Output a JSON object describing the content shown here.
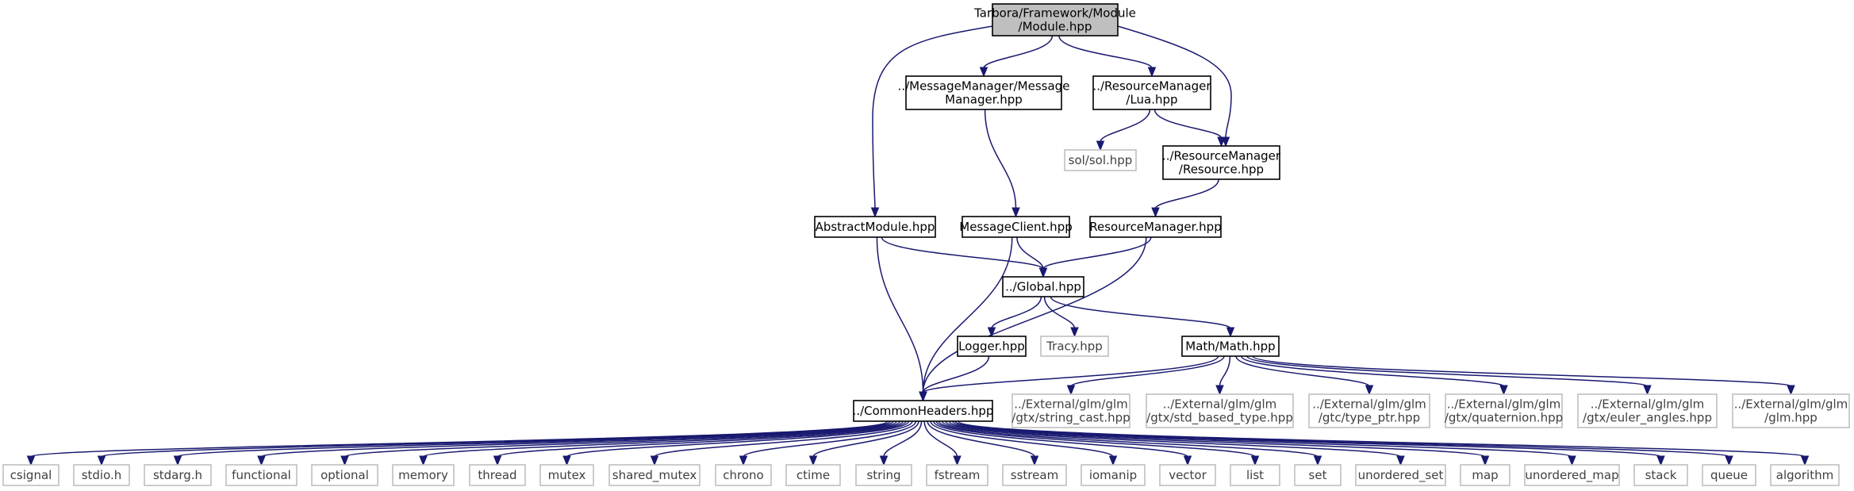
{
  "diagram": {
    "nodes": {
      "module": {
        "lines": [
          "Tarbora/Framework/Module",
          "/Module.hpp"
        ],
        "kind": "root"
      },
      "msgmgr": {
        "lines": [
          "../MessageManager/Message",
          "Manager.hpp"
        ],
        "kind": "doc"
      },
      "lua": {
        "lines": [
          "../ResourceManager",
          "/Lua.hpp"
        ],
        "kind": "doc"
      },
      "sol": {
        "lines": [
          "sol/sol.hpp"
        ],
        "kind": "ext"
      },
      "resource": {
        "lines": [
          "../ResourceManager",
          "/Resource.hpp"
        ],
        "kind": "doc"
      },
      "abstract": {
        "lines": [
          "AbstractModule.hpp"
        ],
        "kind": "doc"
      },
      "msgclient": {
        "lines": [
          "MessageClient.hpp"
        ],
        "kind": "doc"
      },
      "resmgr": {
        "lines": [
          "ResourceManager.hpp"
        ],
        "kind": "doc"
      },
      "global": {
        "lines": [
          "../Global.hpp"
        ],
        "kind": "doc"
      },
      "logger": {
        "lines": [
          "Logger.hpp"
        ],
        "kind": "doc"
      },
      "tracy": {
        "lines": [
          "Tracy.hpp"
        ],
        "kind": "ext"
      },
      "math": {
        "lines": [
          "Math/Math.hpp"
        ],
        "kind": "doc"
      },
      "common": {
        "lines": [
          "../CommonHeaders.hpp"
        ],
        "kind": "doc"
      },
      "strcast": {
        "lines": [
          "../External/glm/glm",
          "/gtx/string_cast.hpp"
        ],
        "kind": "ext"
      },
      "stdbased": {
        "lines": [
          "../External/glm/glm",
          "/gtx/std_based_type.hpp"
        ],
        "kind": "ext"
      },
      "typeptr": {
        "lines": [
          "../External/glm/glm",
          "/gtc/type_ptr.hpp"
        ],
        "kind": "ext"
      },
      "quat": {
        "lines": [
          "../External/glm/glm",
          "/gtx/quaternion.hpp"
        ],
        "kind": "ext"
      },
      "euler": {
        "lines": [
          "../External/glm/glm",
          "/gtx/euler_angles.hpp"
        ],
        "kind": "ext"
      },
      "glmhpp": {
        "lines": [
          "../External/glm/glm",
          "/glm.hpp"
        ],
        "kind": "ext"
      },
      "csignal": {
        "lines": [
          "csignal"
        ],
        "kind": "ext"
      },
      "stdioh": {
        "lines": [
          "stdio.h"
        ],
        "kind": "ext"
      },
      "stdargh": {
        "lines": [
          "stdarg.h"
        ],
        "kind": "ext"
      },
      "functional": {
        "lines": [
          "functional"
        ],
        "kind": "ext"
      },
      "optional": {
        "lines": [
          "optional"
        ],
        "kind": "ext"
      },
      "memory": {
        "lines": [
          "memory"
        ],
        "kind": "ext"
      },
      "thread": {
        "lines": [
          "thread"
        ],
        "kind": "ext"
      },
      "mutex": {
        "lines": [
          "mutex"
        ],
        "kind": "ext"
      },
      "shared_mutex": {
        "lines": [
          "shared_mutex"
        ],
        "kind": "ext"
      },
      "chrono": {
        "lines": [
          "chrono"
        ],
        "kind": "ext"
      },
      "ctime": {
        "lines": [
          "ctime"
        ],
        "kind": "ext"
      },
      "string": {
        "lines": [
          "string"
        ],
        "kind": "ext"
      },
      "fstream": {
        "lines": [
          "fstream"
        ],
        "kind": "ext"
      },
      "sstream": {
        "lines": [
          "sstream"
        ],
        "kind": "ext"
      },
      "iomanip": {
        "lines": [
          "iomanip"
        ],
        "kind": "ext"
      },
      "vector": {
        "lines": [
          "vector"
        ],
        "kind": "ext"
      },
      "list": {
        "lines": [
          "list"
        ],
        "kind": "ext"
      },
      "set": {
        "lines": [
          "set"
        ],
        "kind": "ext"
      },
      "unordered_set": {
        "lines": [
          "unordered_set"
        ],
        "kind": "ext"
      },
      "map": {
        "lines": [
          "map"
        ],
        "kind": "ext"
      },
      "unordered_map": {
        "lines": [
          "unordered_map"
        ],
        "kind": "ext"
      },
      "stack": {
        "lines": [
          "stack"
        ],
        "kind": "ext"
      },
      "queue": {
        "lines": [
          "queue"
        ],
        "kind": "ext"
      },
      "algorithm": {
        "lines": [
          "algorithm"
        ],
        "kind": "ext"
      }
    },
    "edges": [
      [
        "module",
        "abstract"
      ],
      [
        "module",
        "msgmgr"
      ],
      [
        "module",
        "lua"
      ],
      [
        "module",
        "resource"
      ],
      [
        "msgmgr",
        "msgclient"
      ],
      [
        "lua",
        "sol"
      ],
      [
        "lua",
        "resource"
      ],
      [
        "resource",
        "resmgr"
      ],
      [
        "abstract",
        "global"
      ],
      [
        "abstract",
        "common"
      ],
      [
        "msgclient",
        "global"
      ],
      [
        "msgclient",
        "common"
      ],
      [
        "resmgr",
        "global"
      ],
      [
        "resmgr",
        "common"
      ],
      [
        "global",
        "logger"
      ],
      [
        "global",
        "tracy"
      ],
      [
        "global",
        "math"
      ],
      [
        "logger",
        "common"
      ],
      [
        "math",
        "common"
      ],
      [
        "math",
        "strcast"
      ],
      [
        "math",
        "stdbased"
      ],
      [
        "math",
        "typeptr"
      ],
      [
        "math",
        "quat"
      ],
      [
        "math",
        "euler"
      ],
      [
        "math",
        "glmhpp"
      ],
      [
        "common",
        "csignal"
      ],
      [
        "common",
        "stdioh"
      ],
      [
        "common",
        "stdargh"
      ],
      [
        "common",
        "functional"
      ],
      [
        "common",
        "optional"
      ],
      [
        "common",
        "memory"
      ],
      [
        "common",
        "thread"
      ],
      [
        "common",
        "mutex"
      ],
      [
        "common",
        "shared_mutex"
      ],
      [
        "common",
        "chrono"
      ],
      [
        "common",
        "ctime"
      ],
      [
        "common",
        "string"
      ],
      [
        "common",
        "fstream"
      ],
      [
        "common",
        "sstream"
      ],
      [
        "common",
        "iomanip"
      ],
      [
        "common",
        "vector"
      ],
      [
        "common",
        "list"
      ],
      [
        "common",
        "set"
      ],
      [
        "common",
        "unordered_set"
      ],
      [
        "common",
        "map"
      ],
      [
        "common",
        "unordered_map"
      ],
      [
        "common",
        "stack"
      ],
      [
        "common",
        "queue"
      ],
      [
        "common",
        "algorithm"
      ]
    ],
    "colors": {
      "edge": "#191970",
      "root_fill": "#bfbfbf",
      "doc_border": "#000000",
      "ext_border": "#bfbfbf",
      "fill": "#ffffff"
    }
  }
}
